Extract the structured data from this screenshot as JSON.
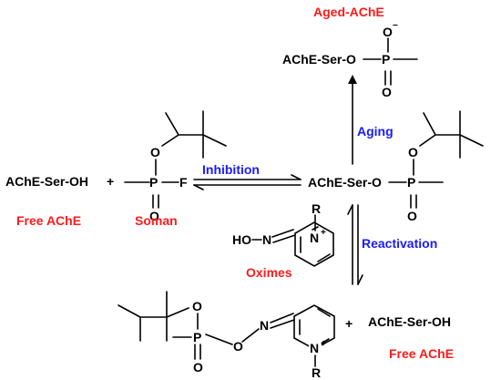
{
  "colors": {
    "bond": "#000000",
    "label_red": "#ff1a1a",
    "label_blue": "#1a1aff"
  },
  "reactants": {
    "enzyme_formula": "AChE-Ser-OH",
    "enzyme_label": "Free AChE",
    "plus": "+",
    "agent_label": "Soman",
    "agent_atoms": {
      "O": "O",
      "P": "P",
      "F": "F"
    }
  },
  "steps": {
    "inhibition": "Inhibition",
    "aging": "Aging",
    "reactivation": "Reactivation"
  },
  "inhibited": {
    "formula": "AChE-Ser-O",
    "atoms": {
      "P": "P",
      "O_ester": "O",
      "O_double": "O"
    }
  },
  "aged": {
    "label": "Aged-AChE",
    "formula": "AChE-Ser-O",
    "atoms": {
      "P": "P",
      "O_minus": "O",
      "charge": "−",
      "O_double": "O"
    }
  },
  "oxime": {
    "label": "Oximes",
    "atoms": {
      "HO": "HO",
      "N_oxime": "N",
      "N_ring": "N",
      "charge": "+",
      "R": "R"
    }
  },
  "products": {
    "adduct_atoms": {
      "O_ester": "O",
      "P": "P",
      "O_link": "O",
      "N_oxime": "N",
      "O_double": "O",
      "N_ring": "N",
      "charge": "+",
      "R": "R"
    },
    "plus": "+",
    "enzyme_formula": "AChE-Ser-OH",
    "enzyme_label": "Free AChE"
  }
}
